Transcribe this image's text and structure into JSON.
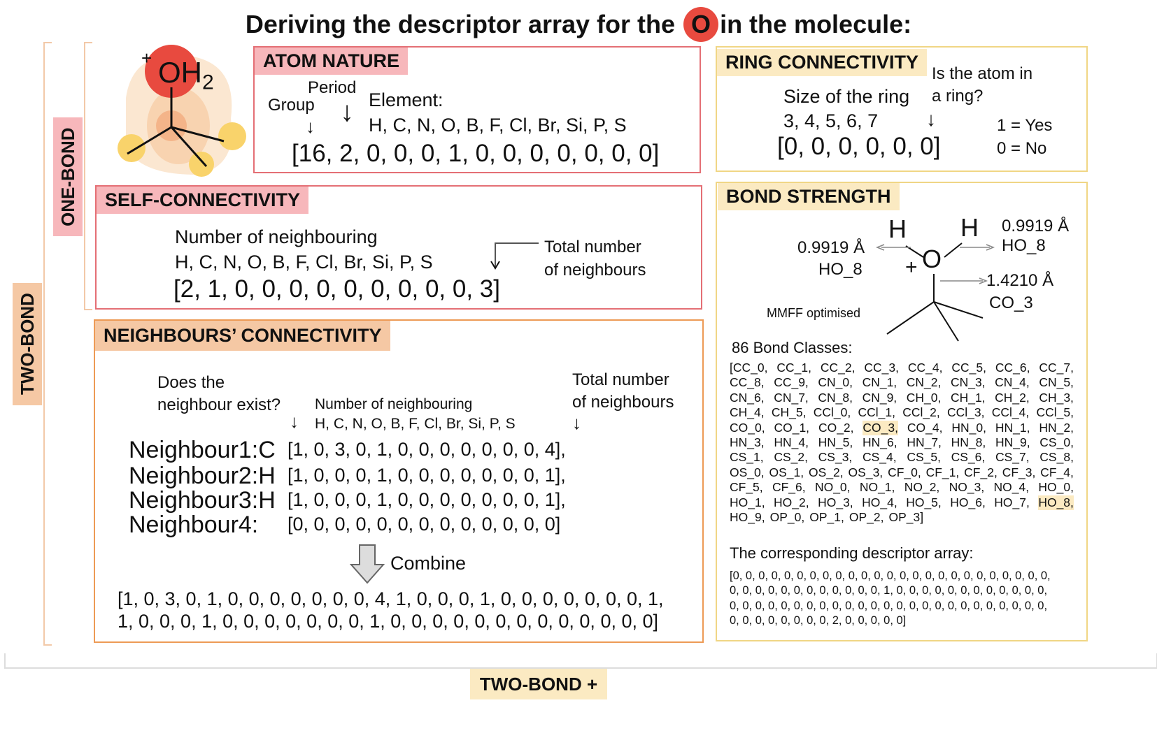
{
  "title": {
    "before": "Deriving the descriptor array for the",
    "atom": "O",
    "after": "in the molecule:"
  },
  "labels": {
    "one_bond": "ONE-BOND",
    "two_bond": "TWO-BOND",
    "two_bond_plus": "TWO-BOND +"
  },
  "molecule": {
    "charge": "+",
    "formula": "OH",
    "subscript": "2"
  },
  "atom_nature": {
    "tag": "ATOM NATURE",
    "period": "Period",
    "group": "Group",
    "element": "Element:",
    "elements": "H, C, N, O,  B, F, Cl, Br, Si, P,  S",
    "array": "[16, 2, 0, 0, 0, 1, 0, 0, 0, 0, 0, 0, 0]"
  },
  "ring_connectivity": {
    "tag": "RING CONNECTIVITY",
    "question": "Is the atom in",
    "question2": "a ring?",
    "size": "Size of the ring",
    "sizes": "3,  4,  5,  6,  7",
    "array": "[0, 0, 0, 0, 0, 0]",
    "yes": "1 = Yes",
    "no": "0 = No"
  },
  "self_connectivity": {
    "tag": "SELF-CONNECTIVITY",
    "heading": "Number of neighbouring",
    "elements": "H, C, N, O,  B, F, Cl, Br, Si, P,  S",
    "total1": "Total number",
    "total2": "of neighbours",
    "array": "[2, 1, 0, 0, 0, 0, 0, 0, 0, 0, 0, 3]"
  },
  "neighbours_connectivity": {
    "tag": "NEIGHBOURS’ CONNECTIVITY",
    "exist1": "Does the",
    "exist2": "neighbour exist?",
    "heading": "Number of neighbouring",
    "elements": "H, C,  N, O, B,  F, Cl, Br, Si, P,  S",
    "total1": "Total number",
    "total2": "of neighbours",
    "rows": [
      {
        "label": "Neighbour1:C",
        "array": "[1, 0, 3, 0, 1, 0, 0, 0, 0, 0, 0, 0, 4],"
      },
      {
        "label": "Neighbour2:H",
        "array": "[1, 0, 0, 0, 1, 0, 0, 0, 0, 0, 0, 0, 1],"
      },
      {
        "label": "Neighbour3:H",
        "array": "[1, 0, 0, 0, 1, 0, 0, 0, 0, 0, 0, 0, 1],"
      },
      {
        "label": "Neighbour4:",
        "array": "[0, 0, 0, 0, 0, 0, 0, 0, 0, 0, 0, 0, 0]"
      }
    ],
    "combine": "Combine",
    "combined1": "[1, 0, 3, 0, 1, 0, 0, 0, 0, 0, 0, 0, 4, 1, 0, 0, 0, 1, 0, 0, 0, 0, 0, 0, 0, 1,",
    "combined2": "1, 0, 0, 0, 1, 0, 0, 0, 0, 0, 0, 0, 1, 0, 0, 0, 0, 0, 0, 0, 0, 0, 0, 0, 0, 0]"
  },
  "bond_strength": {
    "tag": "BOND STRENGTH",
    "h": "H",
    "o": "O",
    "plus": "+",
    "left_len": "0.9919 Å",
    "left_class": "HO_8",
    "right_len": "0.9919 Å",
    "right_class": "HO_8",
    "co_len": "1.4210 Å",
    "co_class": "CO_3",
    "mmff": "MMFF optimised",
    "classes_title": "86 Bond Classes:",
    "class_lines": [
      [
        "[CC_0,",
        "CC_1,",
        "CC_2,",
        "CC_3,",
        "CC_4,",
        "CC_5,",
        "CC_6,",
        "CC_7,"
      ],
      [
        "CC_8,",
        "CC_9,",
        "CN_0,",
        "CN_1,",
        "CN_2,",
        "CN_3,",
        "CN_4,",
        "CN_5,"
      ],
      [
        "CN_6,",
        "CN_7,",
        "CN_8,",
        "CN_9,",
        "CH_0,",
        "CH_1,",
        "CH_2,",
        "CH_3,"
      ],
      [
        "CH_4,",
        "CH_5,",
        "CCl_0,",
        "CCl_1,",
        "CCl_2,",
        "CCl_3,",
        "CCl_4,",
        "CCl_5,"
      ],
      [
        "CO_0,",
        "CO_1,",
        "CO_2,",
        "CO_3,",
        "CO_4,",
        "HN_0,",
        "HN_1,",
        "HN_2,"
      ],
      [
        "HN_3,",
        "HN_4,",
        "HN_5,",
        "HN_6,",
        "HN_7,",
        "HN_8,",
        "HN_9,",
        "CS_0,"
      ],
      [
        "CS_1,",
        "CS_2,",
        "CS_3,",
        "CS_4,",
        "CS_5,",
        "CS_6,",
        "CS_7,",
        "CS_8,"
      ],
      [
        "OS_0,",
        "OS_1,",
        "OS_2,",
        "OS_3,",
        "CF_0,",
        "CF_1,",
        "CF_2,",
        "CF_3,",
        "CF_4,"
      ],
      [
        "CF_5,",
        "CF_6,",
        "NO_0,",
        "NO_1,",
        "NO_2,",
        "NO_3,",
        "NO_4,",
        "HO_0,"
      ],
      [
        "HO_1,",
        "HO_2,",
        "HO_3,",
        "HO_4,",
        "HO_5,",
        "HO_6,",
        "HO_7,",
        "HO_8,"
      ],
      [
        "HO_9,",
        "OP_0,",
        "OP_1,",
        "OP_2,",
        "OP_3]"
      ]
    ],
    "highlighted": [
      "CO_3,",
      "HO_8,"
    ],
    "descriptor_title": "The corresponding descriptor array:",
    "desc_lines": [
      "[0, 0, 0, 0, 0, 0, 0, 0, 0, 0, 0, 0, 0, 0, 0, 0, 0, 0, 0, 0, 0, 0, 0, 0, 0,",
      "0, 0, 0, 0, 0, 0, 0, 0, 0, 0, 0, 0, 1, 0, 0, 0, 0, 0, 0, 0, 0, 0, 0, 0, 0,",
      "0, 0, 0, 0, 0, 0, 0, 0, 0, 0, 0, 0, 0, 0, 0, 0, 0, 0, 0, 0, 0, 0, 0, 0, 0,",
      "0, 0, 0, 0, 0, 0, 0, 0, 2, 0, 0, 0, 0, 0]"
    ]
  },
  "colors": {
    "pink": "#e46f75",
    "orange": "#ed9a55",
    "yellow": "#f0d685",
    "red_atom": "#e84a3f"
  }
}
